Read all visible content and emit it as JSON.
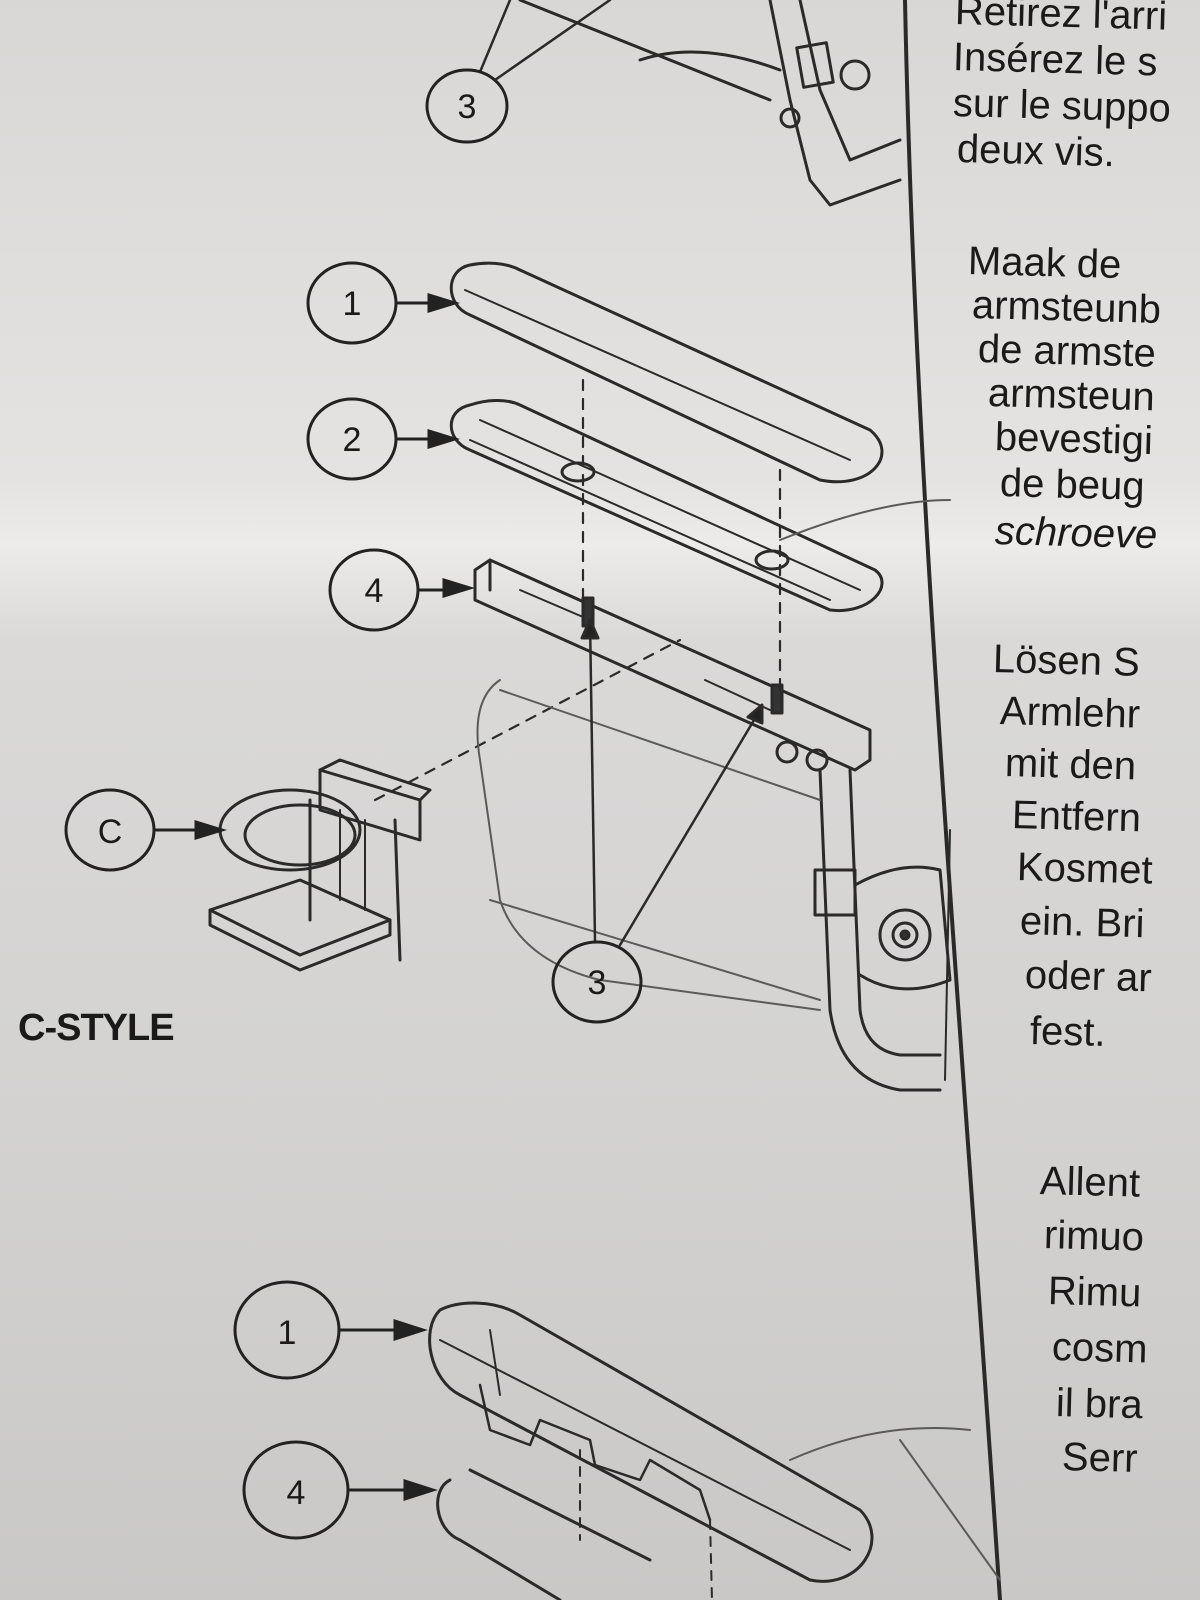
{
  "callouts": {
    "top_3": "3",
    "top_1": "1",
    "top_2": "2",
    "top_4": "4",
    "cup_c": "C",
    "mid_3": "3",
    "bot_1": "1",
    "bot_4": "4"
  },
  "style_label": "C-STYLE",
  "text_columns": {
    "french": [
      "Retirez l'arri",
      "Insérez le s",
      "sur le suppo",
      "deux vis."
    ],
    "dutch": [
      "Maak  de",
      "armsteunb",
      "de  armste",
      "armsteun",
      "bevestigi",
      "de beug",
      "schroeve"
    ],
    "german": [
      "Lösen  S",
      "Armlehr",
      "mit  den",
      "Entfern",
      "Kosmet",
      "ein. Bri",
      "oder ar",
      "fest."
    ],
    "italian": [
      "Allent",
      "rimuo",
      "Rimu",
      "cosm",
      "il  bra",
      "Serr"
    ]
  }
}
